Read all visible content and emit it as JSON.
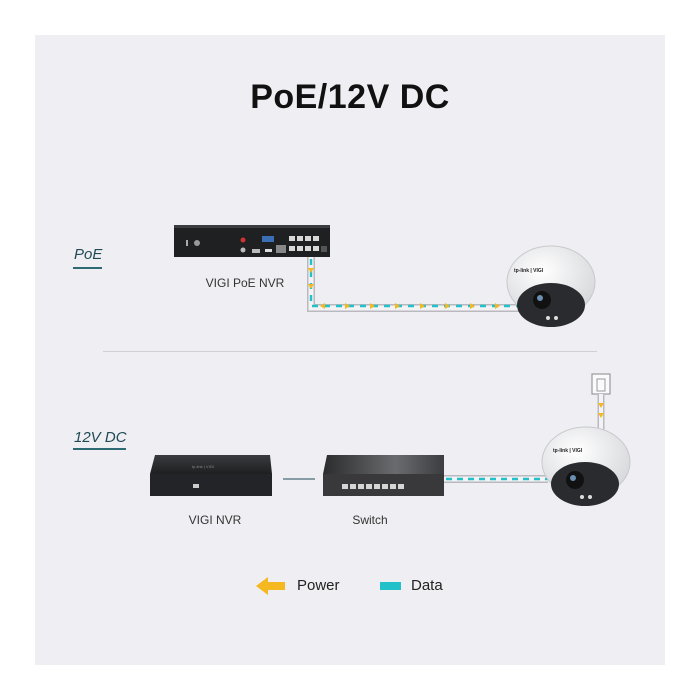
{
  "title": "PoE/12V DC",
  "sections": {
    "poe": {
      "label": "PoE",
      "devices": [
        {
          "name": "VIGI PoE NVR"
        }
      ]
    },
    "dc": {
      "label": "12V DC",
      "devices": [
        {
          "name": "VIGI NVR"
        },
        {
          "name": "Switch"
        }
      ]
    }
  },
  "legend": {
    "power_label": "Power",
    "data_label": "Data",
    "power_color": "#f5b820",
    "data_color": "#22c1c9"
  },
  "colors": {
    "background": "#efeff3",
    "section_label": "#1f4a55",
    "cable_outline": "#bdbdc3"
  },
  "brand_text": "tp-link | VIGI"
}
